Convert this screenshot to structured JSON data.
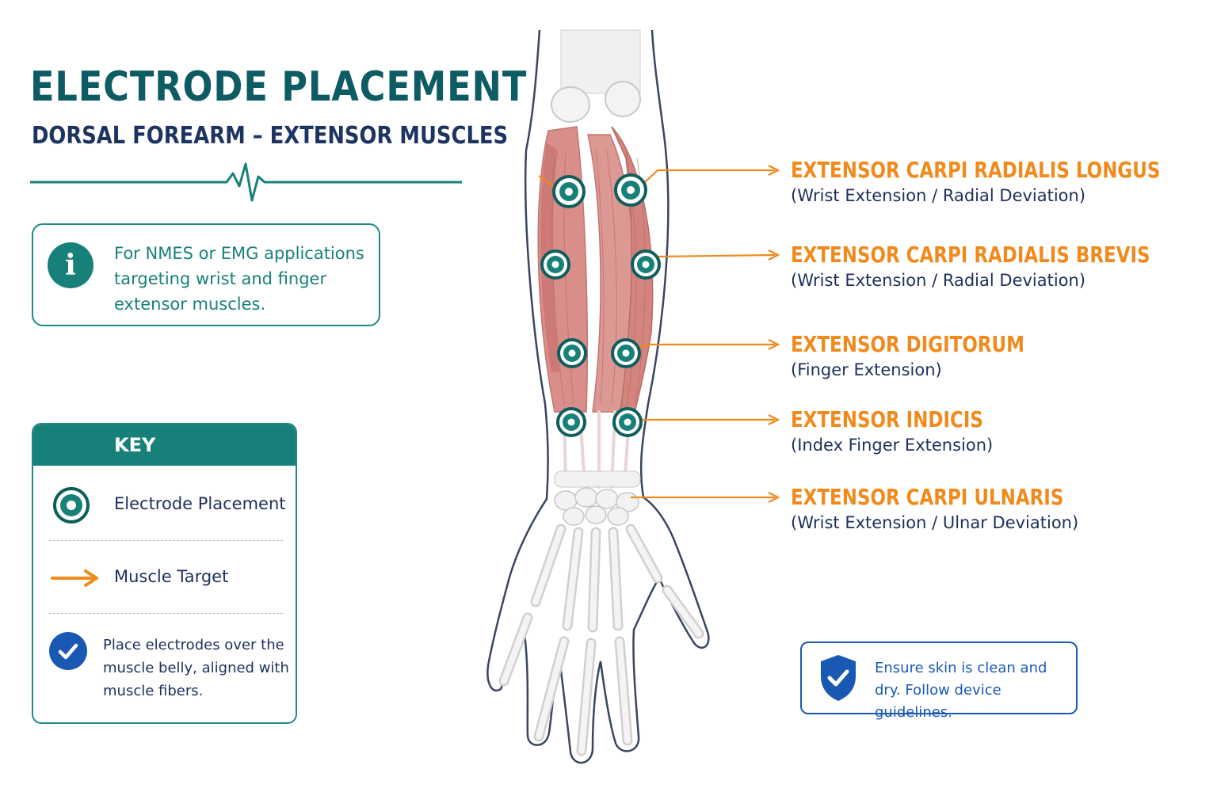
{
  "title": "ELECTRODE PLACEMENT",
  "subtitle": "DORSAL FOREARM – EXTENSOR MUSCLES",
  "info": {
    "icon": "info-icon",
    "text": "For NMES or EMG applications targeting wrist and finger extensor muscles."
  },
  "key": {
    "header": "KEY",
    "electrode_label": "Electrode Placement",
    "arrow_label": "Muscle Target",
    "note": "Place electrodes over the muscle belly, aligned with muscle fibers."
  },
  "muscles": [
    {
      "name": "EXTENSOR CARPI RADIALIS LONGUS",
      "function": "(Wrist Extension / Radial Deviation)"
    },
    {
      "name": "EXTENSOR CARPI RADIALIS BREVIS",
      "function": "(Wrist Extension / Radial Deviation)"
    },
    {
      "name": "EXTENSOR DIGITORUM",
      "function": "(Finger Extension)"
    },
    {
      "name": "EXTENSOR INDICIS",
      "function": "(Index Finger Extension)"
    },
    {
      "name": "EXTENSOR CARPI ULNARIS",
      "function": "(Wrist Extension / Ulnar Deviation)"
    }
  ],
  "safety": {
    "icon": "shield-check-icon",
    "text": "Ensure skin is clean and dry. Follow device guidelines."
  },
  "colors": {
    "teal": "#178179",
    "orange": "#f08a1c",
    "navy": "#1d2f5c",
    "blue": "#1959b3",
    "muscle": "#d98e8a"
  }
}
